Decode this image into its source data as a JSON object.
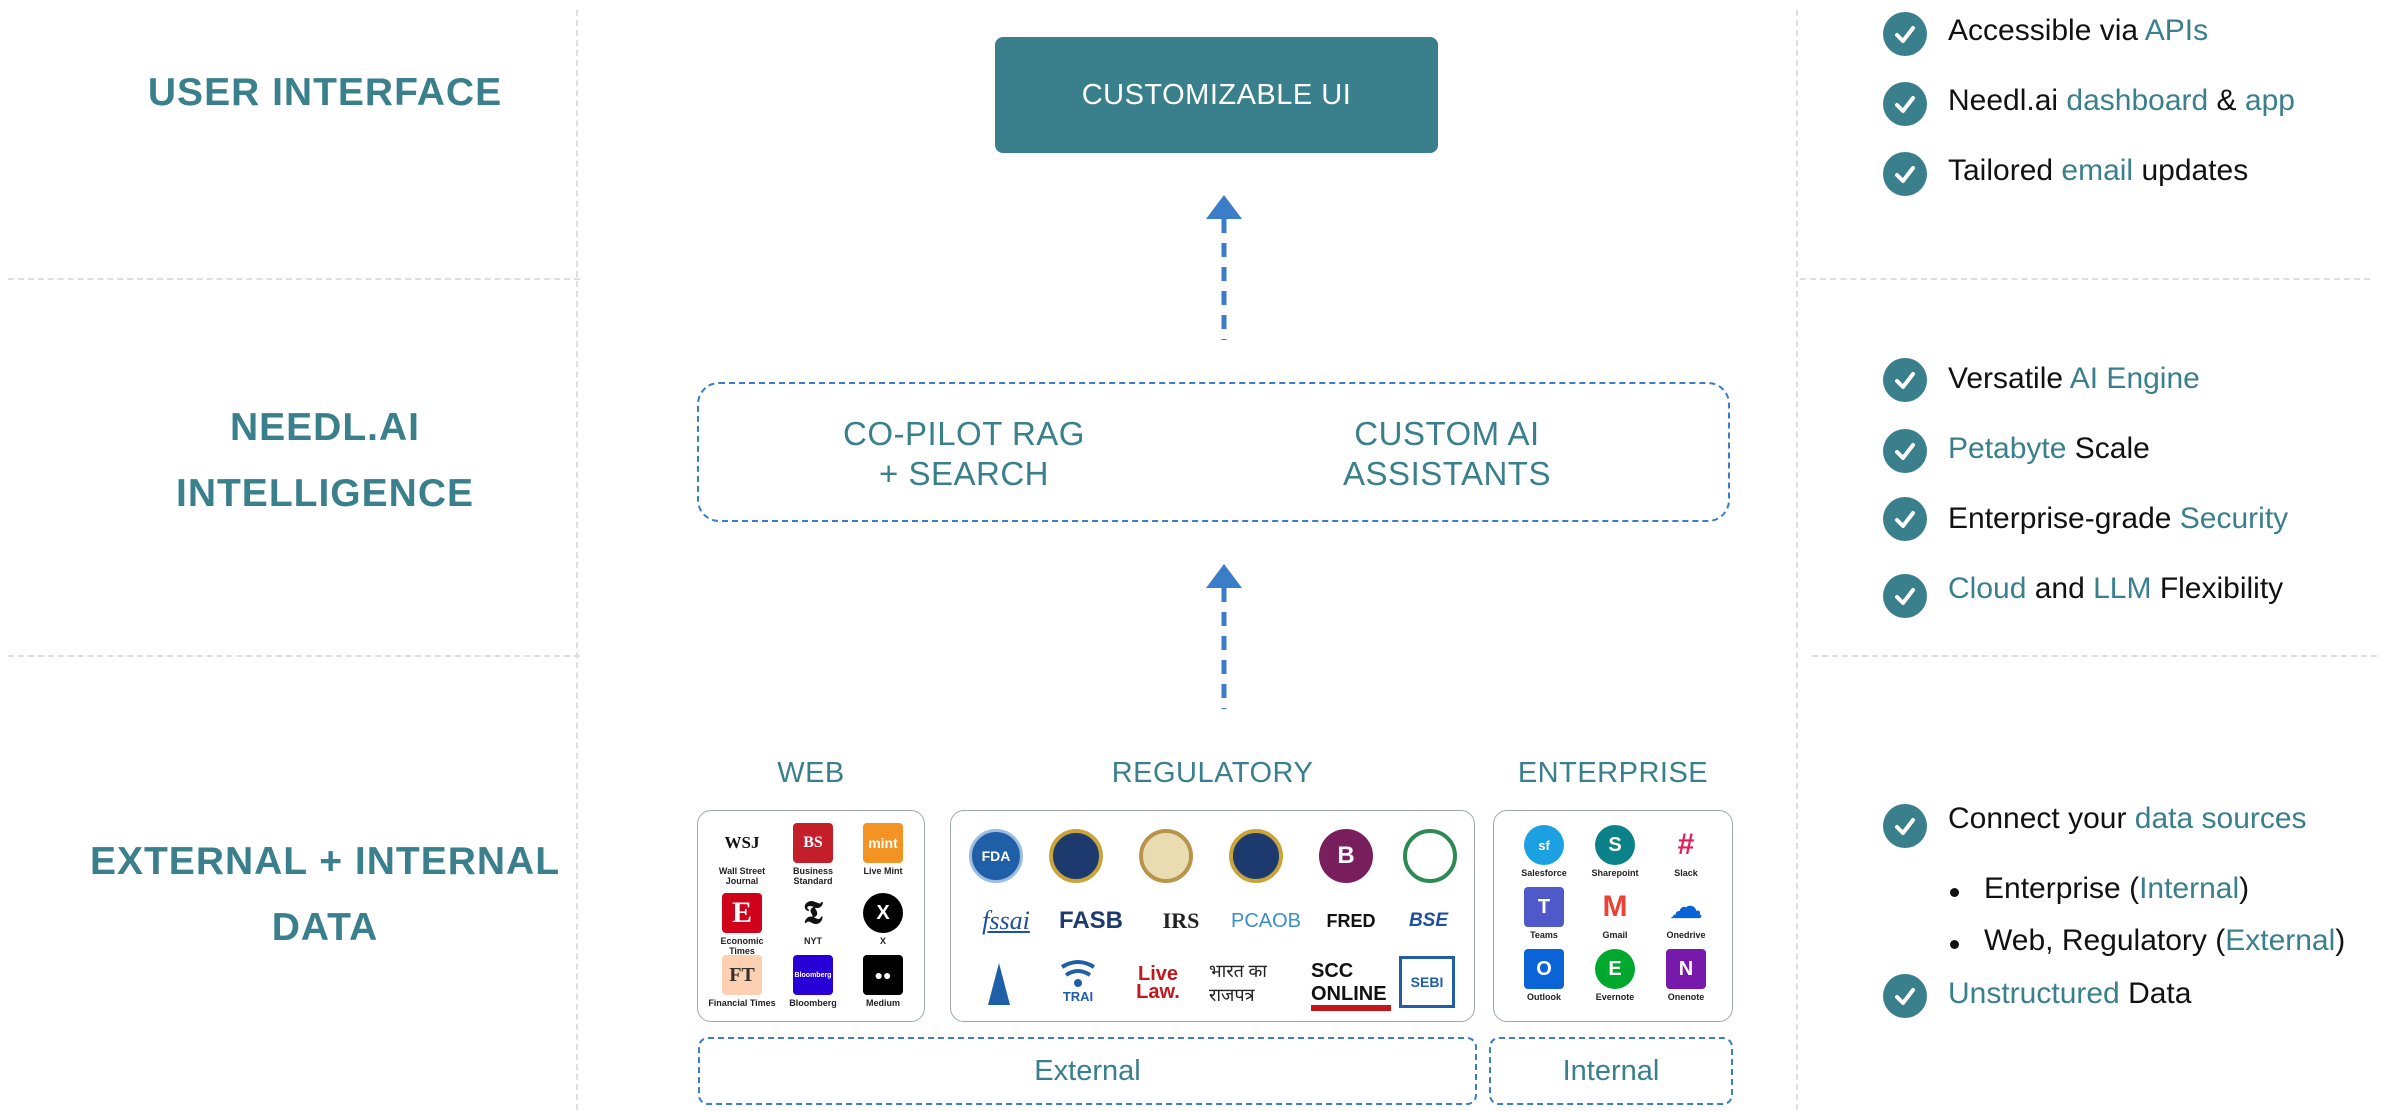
{
  "rows": {
    "user_interface": "USER INTERFACE",
    "intelligence_line1": "NEEDL.AI",
    "intelligence_line2": "INTELLIGENCE",
    "data_line1": "EXTERNAL + INTERNAL",
    "data_line2": "DATA"
  },
  "center": {
    "ui_box": "CUSTOMIZABLE UI",
    "copilot_line1": "CO-PILOT RAG",
    "copilot_line2": "+ SEARCH",
    "assistants_line1": "CUSTOM AI",
    "assistants_line2": "ASSISTANTS"
  },
  "sources": {
    "web_title": "WEB",
    "regulatory_title": "REGULATORY",
    "enterprise_title": "ENTERPRISE",
    "external_label": "External",
    "internal_label": "Internal",
    "web_logos": [
      {
        "mark": "WSJ",
        "caption": "Wall Street Journal"
      },
      {
        "mark": "BS",
        "caption": "Business Standard"
      },
      {
        "mark": "mint",
        "caption": "Live Mint"
      },
      {
        "mark": "E",
        "caption": "Economic Times"
      },
      {
        "mark": "𝕿",
        "caption": "NYT"
      },
      {
        "mark": "X",
        "caption": "X"
      },
      {
        "mark": "FT",
        "caption": "Financial Times"
      },
      {
        "mark": "Bloomberg",
        "caption": "Bloomberg"
      },
      {
        "mark": "●●",
        "caption": "Medium"
      }
    ],
    "regulatory_logos": [
      "FDA",
      "",
      "",
      "",
      "B",
      "",
      "fssai",
      "FASB",
      "IRS",
      "PCAOB",
      "FRED",
      "BSE",
      "",
      "TRAI",
      "Live Law.",
      "भारत का राजपत्र",
      "SCC ONLINE",
      "SEBI"
    ],
    "enterprise_logos": [
      {
        "mark": "sf",
        "caption": "Salesforce"
      },
      {
        "mark": "S",
        "caption": "Sharepoint"
      },
      {
        "mark": "#",
        "caption": "Slack"
      },
      {
        "mark": "T",
        "caption": "Teams"
      },
      {
        "mark": "M",
        "caption": "Gmail"
      },
      {
        "mark": "☁",
        "caption": "Onedrive"
      },
      {
        "mark": "O",
        "caption": "Outlook"
      },
      {
        "mark": "E",
        "caption": "Evernote"
      },
      {
        "mark": "N",
        "caption": "Onenote"
      }
    ]
  },
  "features": {
    "f1_a": "Accessible via ",
    "f1_b": "APIs",
    "f2_a": "Needl.ai ",
    "f2_b": "dashboard",
    "f2_c": " & ",
    "f2_d": "app",
    "f3_a": "Tailored ",
    "f3_b": "email",
    "f3_c": " updates",
    "f4_a": "Versatile ",
    "f4_b": "AI Engine",
    "f5_a": "Petabyte",
    "f5_b": " Scale",
    "f6_a": "Enterprise-grade ",
    "f6_b": "Security",
    "f7_a": "Cloud",
    "f7_b": " and ",
    "f7_c": "LLM",
    "f7_d": " Flexibility",
    "f8_a": "Connect your ",
    "f8_b": "data sources",
    "b1_a": "Enterprise (",
    "b1_b": "Internal",
    "b1_c": ")",
    "b2_a": "Web, Regulatory (",
    "b2_b": "External",
    "b2_c": ")",
    "f9_a": "Unstructured",
    "f9_b": " Data"
  },
  "colors": {
    "accent": "#3a7f8c",
    "arrow": "#3b7dc9"
  }
}
